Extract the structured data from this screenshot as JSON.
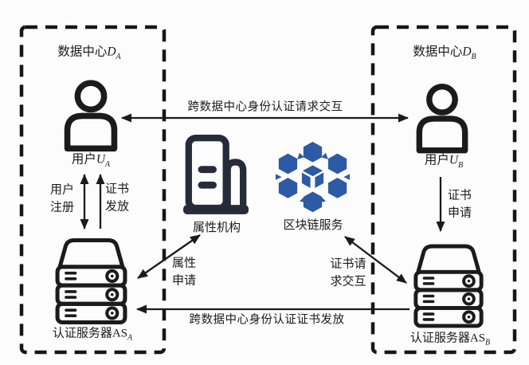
{
  "figure": {
    "background_color": "#fcfcfc",
    "ink_color": "#1b1b1b",
    "attribute_icon_color": "#262b3a",
    "blockchain_icon_color": "#2d5aa4"
  },
  "datacenter_a": {
    "title_cn": "数据中心",
    "title_var": "D",
    "title_sub": "A",
    "user_cn": "用户",
    "user_var": "U",
    "user_sub": "A",
    "server_cn": "认证服务器",
    "server_var": "AS",
    "server_sub": "A"
  },
  "datacenter_b": {
    "title_cn": "数据中心",
    "title_var": "D",
    "title_sub": "B",
    "user_cn": "用户",
    "user_var": "U",
    "user_sub": "B",
    "server_cn": "认证服务器",
    "server_var": "AS",
    "server_sub": "B"
  },
  "services": {
    "attribute_authority": "属性机构",
    "blockchain": "区块链服务"
  },
  "arrows": {
    "cross_request": "跨数据中心身份认证请求交互",
    "user_register": [
      "用户",
      "注册"
    ],
    "cert_issue": [
      "证书",
      "发放"
    ],
    "attr_apply": [
      "属性",
      "申请"
    ],
    "cert_request": [
      "证书请",
      "求交互"
    ],
    "cert_apply": [
      "证书",
      "申请"
    ],
    "cross_issue": "跨数据中心身份认证证书发放"
  }
}
